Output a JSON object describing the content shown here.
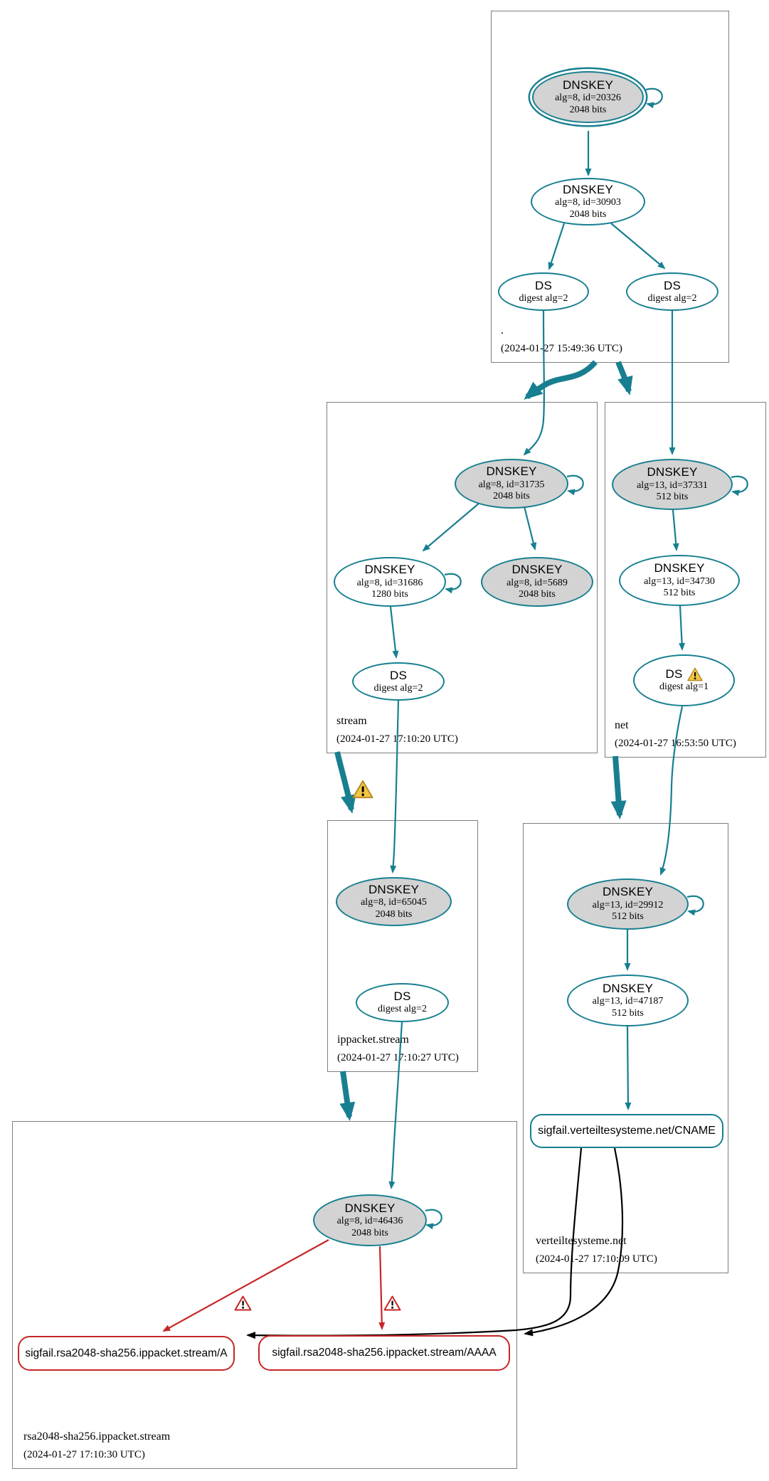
{
  "colors": {
    "teal": "#177f90",
    "node_fill_secure": "#d3d3d3",
    "zone_box_border": "#7f7f7f",
    "error_red": "#c62626",
    "warning_yellow_fill": "#f2c744",
    "warning_yellow_border": "#b78b28",
    "edge_black": "#000000"
  },
  "zones": {
    "root": {
      "name": ".",
      "timestamp": "(2024-01-27 15:49:36 UTC)",
      "nodes": {
        "ksk": {
          "title": "DNSKEY",
          "line1": "alg=8, id=20326",
          "line2": "2048 bits"
        },
        "zsk": {
          "title": "DNSKEY",
          "line1": "alg=8, id=30903",
          "line2": "2048 bits"
        },
        "ds_left": {
          "title": "DS",
          "line1": "digest alg=2"
        },
        "ds_right": {
          "title": "DS",
          "line1": "digest alg=2"
        }
      }
    },
    "stream": {
      "name": "stream",
      "timestamp": "(2024-01-27 17:10:20 UTC)",
      "nodes": {
        "ksk": {
          "title": "DNSKEY",
          "line1": "alg=8, id=31735",
          "line2": "2048 bits"
        },
        "zsk": {
          "title": "DNSKEY",
          "line1": "alg=8, id=31686",
          "line2": "1280 bits"
        },
        "zsk2": {
          "title": "DNSKEY",
          "line1": "alg=8, id=5689",
          "line2": "2048 bits"
        },
        "ds": {
          "title": "DS",
          "line1": "digest alg=2"
        }
      }
    },
    "net": {
      "name": "net",
      "timestamp": "(2024-01-27 16:53:50 UTC)",
      "nodes": {
        "ksk": {
          "title": "DNSKEY",
          "line1": "alg=13, id=37331",
          "line2": "512 bits"
        },
        "zsk": {
          "title": "DNSKEY",
          "line1": "alg=13, id=34730",
          "line2": "512 bits"
        },
        "ds": {
          "title": "DS",
          "line1": "digest alg=1"
        }
      }
    },
    "ippacket_stream": {
      "name": "ippacket.stream",
      "timestamp": "(2024-01-27 17:10:27 UTC)",
      "nodes": {
        "ksk": {
          "title": "DNSKEY",
          "line1": "alg=8, id=65045",
          "line2": "2048 bits"
        },
        "ds": {
          "title": "DS",
          "line1": "digest alg=2"
        }
      }
    },
    "verteiltesysteme_net": {
      "name": "verteiltesysteme.net",
      "timestamp": "(2024-01-27 17:10:09 UTC)",
      "nodes": {
        "ksk": {
          "title": "DNSKEY",
          "line1": "alg=13, id=29912",
          "line2": "512 bits"
        },
        "zsk": {
          "title": "DNSKEY",
          "line1": "alg=13, id=47187",
          "line2": "512 bits"
        },
        "cname": {
          "label": "sigfail.verteiltesysteme.net/CNAME"
        }
      }
    },
    "rsa2048": {
      "name": "rsa2048-sha256.ippacket.stream",
      "timestamp": "(2024-01-27 17:10:30 UTC)",
      "nodes": {
        "ksk": {
          "title": "DNSKEY",
          "line1": "alg=8, id=46436",
          "line2": "2048 bits"
        },
        "rrset_a": {
          "label": "sigfail.rsa2048-sha256.ippacket.stream/A"
        },
        "rrset_aaaa": {
          "label": "sigfail.rsa2048-sha256.ippacket.stream/AAAA"
        }
      }
    }
  }
}
